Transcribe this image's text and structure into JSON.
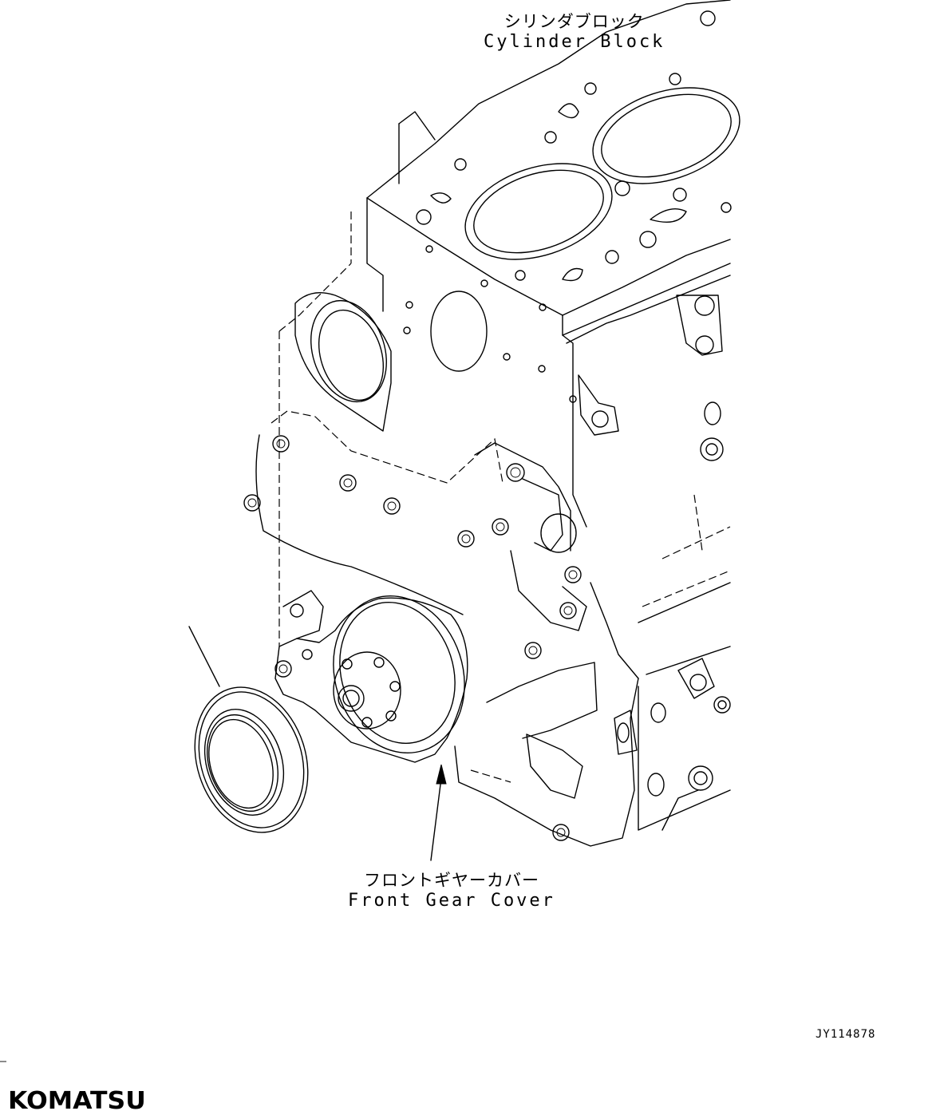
{
  "labels": {
    "cylinder_block": {
      "jp": "シリンダブロック",
      "en": "Cylinder Block"
    },
    "front_gear_cover": {
      "jp": "フロントギヤーカバー",
      "en": "Front Gear Cover"
    }
  },
  "drawing_id": "JY114878",
  "brand": {
    "name": "KOMATSU",
    "color": "#000000"
  },
  "line_color": "#000000",
  "background": "#ffffff"
}
